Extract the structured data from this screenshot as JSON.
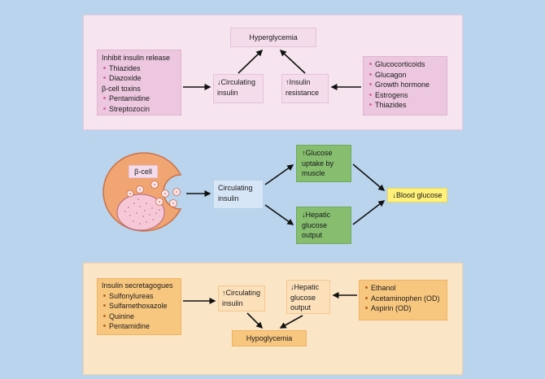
{
  "top": {
    "hyperglycemia": "Hyperglycemia",
    "left_box": {
      "heading1": "Inhibit insulin release",
      "items1": [
        "Thiazides",
        "Diazoxide"
      ],
      "heading2": "β-cell toxins",
      "items2": [
        "Pentamidine",
        "Streptozocin"
      ]
    },
    "circulating_insulin": "↓Circulating insulin",
    "insulin_resistance": "↑Insulin resistance",
    "right_box": [
      "Glucocorticoids",
      "Glucagon",
      "Growth hormone",
      "Estrogens",
      "Thiazides"
    ]
  },
  "middle": {
    "beta_cell": "β-cell",
    "circulating_insulin": "Circulating insulin",
    "glucose_uptake": "↑Glucose uptake by muscle",
    "hepatic_output": "↓Hepatic glucose output",
    "blood_glucose": "↓Blood glucose"
  },
  "bottom": {
    "left_box": {
      "heading": "Insulin secretagogues",
      "items": [
        "Sulfonylureas",
        "Sulfamethoxazole",
        "Quinine",
        "Pentamidine"
      ]
    },
    "circulating_insulin": "↑Circulating insulin",
    "hepatic_output": "↓Hepatic glucose output",
    "hypoglycemia": "Hypoglycemia",
    "right_box": [
      "Ethanol",
      "Acetaminophen (OD)",
      "Aspirin (OD)"
    ]
  },
  "colors": {
    "background": "#b9d4ec",
    "top_panel": "#f6e4ef",
    "bottom_panel": "#fbe5c7",
    "green_box": "#86bd6f",
    "blood_glucose_box": "#fff17a",
    "beta_cell": "#f0a572"
  }
}
